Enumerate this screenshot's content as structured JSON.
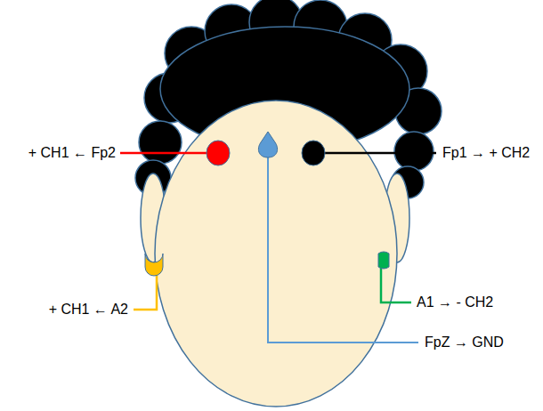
{
  "diagram": {
    "labels": [
      "+ CH1 ← Fp2",
      "Fp1 → + CH2",
      "+ CH1 ← A2",
      "A1 → - CH2",
      "FpZ → GND"
    ]
  }
}
